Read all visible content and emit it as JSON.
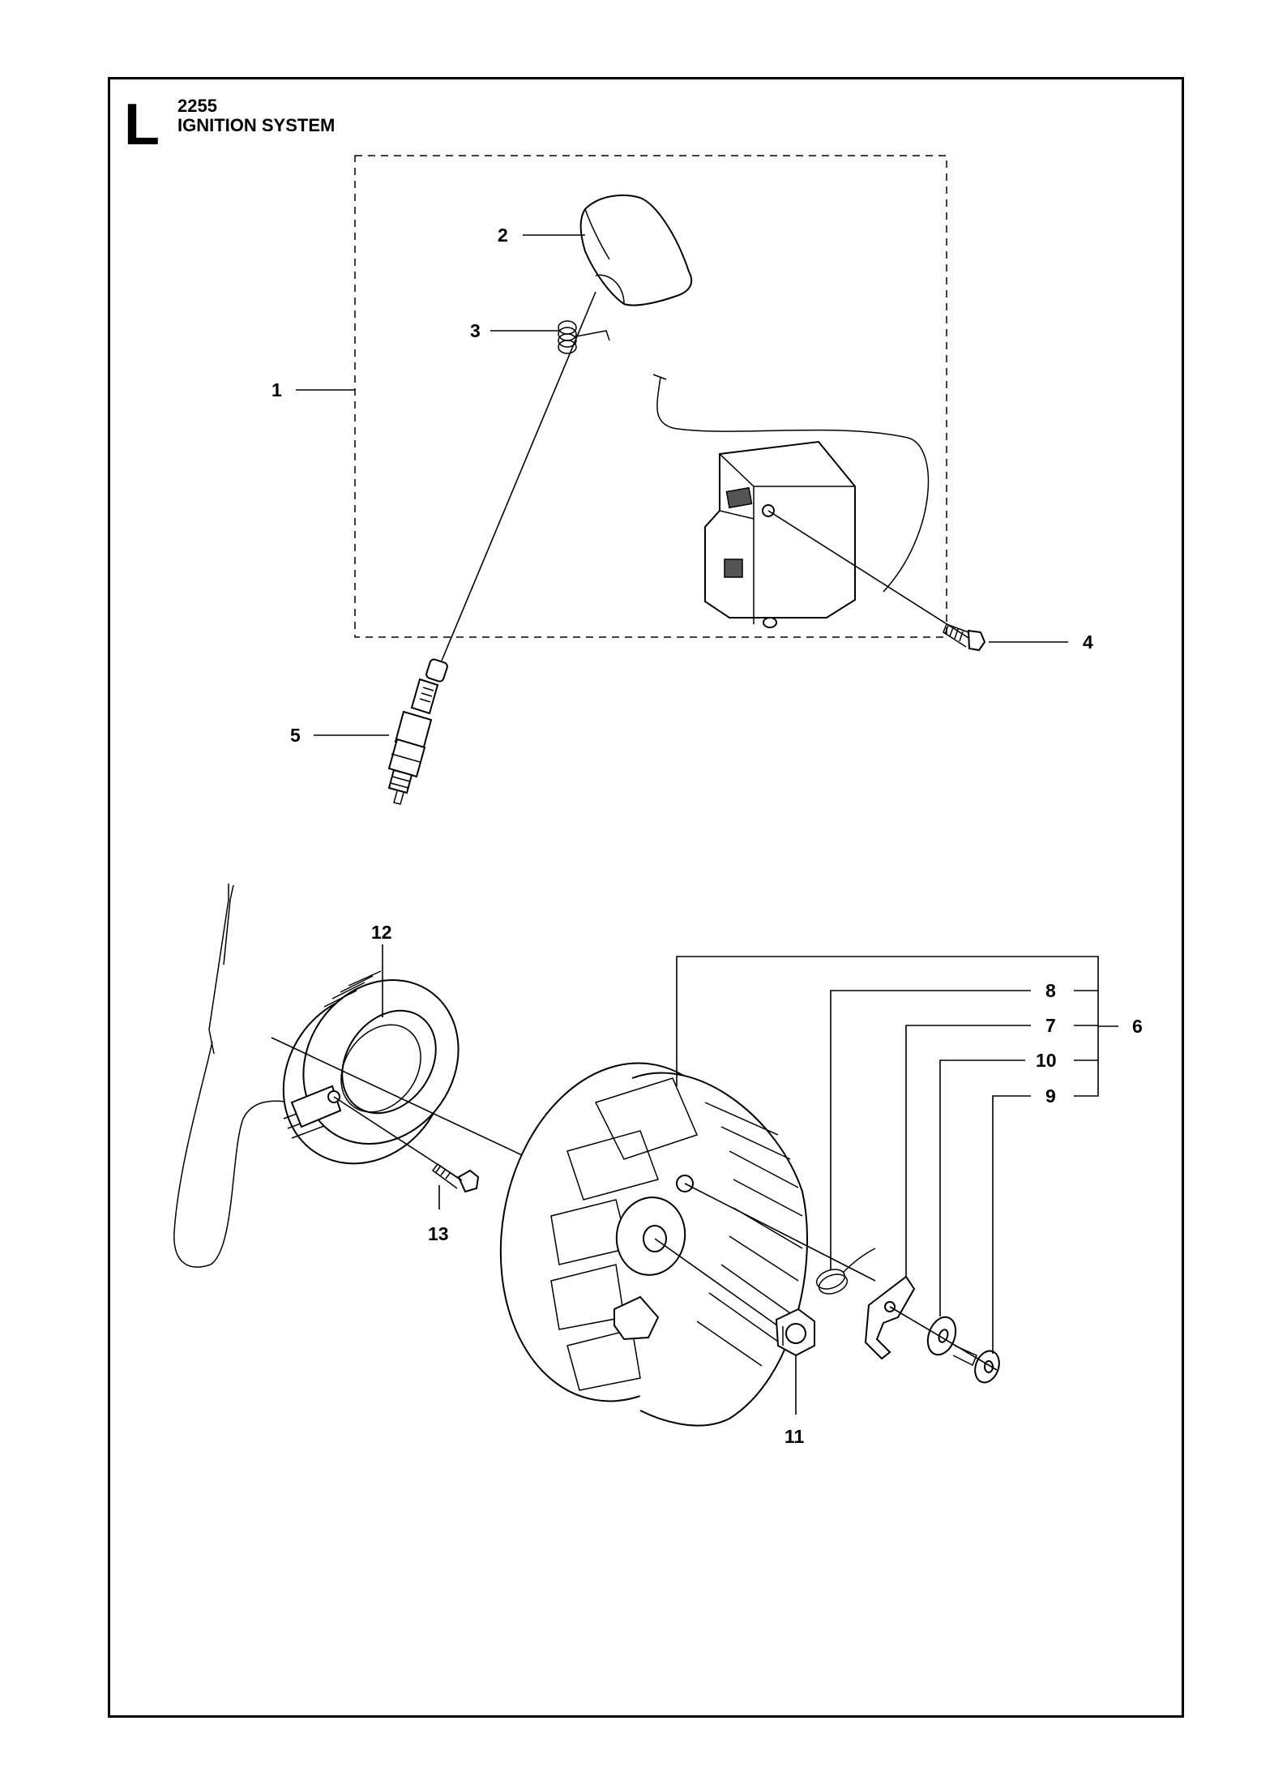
{
  "header": {
    "section_letter": "L",
    "model_number": "2255",
    "section_title": "IGNITION SYSTEM"
  },
  "callouts": {
    "c1": "1",
    "c2": "2",
    "c3": "3",
    "c4": "4",
    "c5": "5",
    "c6": "6",
    "c7": "7",
    "c8": "8",
    "c9": "9",
    "c10": "10",
    "c11": "11",
    "c12": "12",
    "c13": "13"
  }
}
